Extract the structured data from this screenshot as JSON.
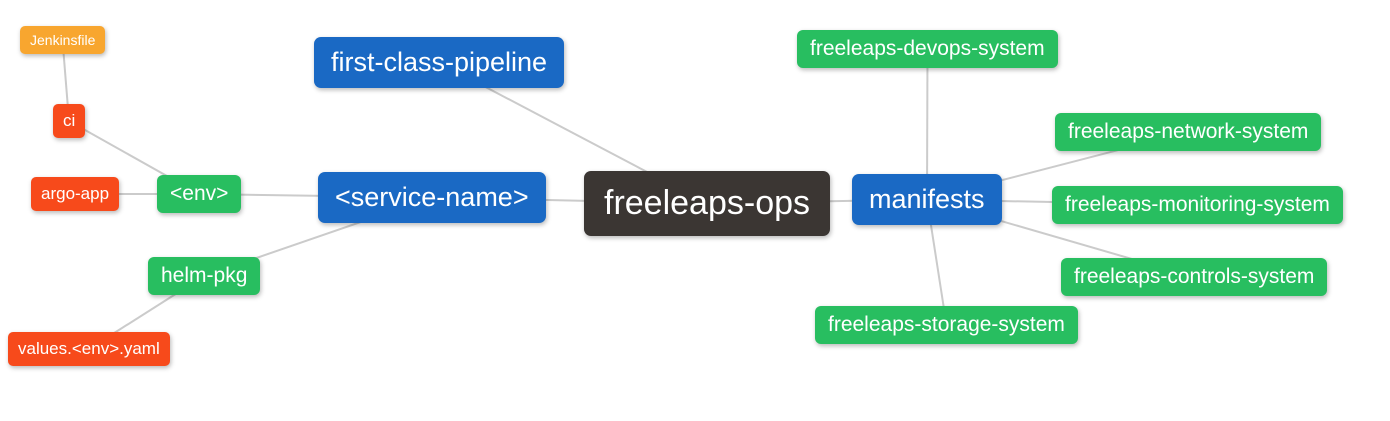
{
  "diagram": {
    "type": "mindmap",
    "root": "freeleaps-ops",
    "nodes": [
      {
        "id": "jenkinsfile",
        "label": "Jenkinsfile",
        "level": 4,
        "color": "#F8A62F"
      },
      {
        "id": "ci",
        "label": "ci",
        "level": 3,
        "color": "#F74A1B"
      },
      {
        "id": "argo-app",
        "label": "argo-app",
        "level": 3,
        "color": "#F74A1B"
      },
      {
        "id": "env",
        "label": "<env>",
        "level": 2,
        "color": "#28BE60"
      },
      {
        "id": "helm-pkg",
        "label": "helm-pkg",
        "level": 2,
        "color": "#28BE60"
      },
      {
        "id": "values-env-yaml",
        "label": "values.<env>.yaml",
        "level": 3,
        "color": "#F74A1B"
      },
      {
        "id": "first-class-pipeline",
        "label": "first-class-pipeline",
        "level": 1,
        "color": "#1A69C4"
      },
      {
        "id": "service-name",
        "label": "<service-name>",
        "level": 1,
        "color": "#1A69C4"
      },
      {
        "id": "freeleaps-ops",
        "label": "freeleaps-ops",
        "level": 0,
        "color": "#3B3633"
      },
      {
        "id": "manifests",
        "label": "manifests",
        "level": 1,
        "color": "#1A69C4"
      },
      {
        "id": "freeleaps-devops-system",
        "label": "freeleaps-devops-system",
        "level": 2,
        "color": "#28BE60"
      },
      {
        "id": "freeleaps-network-system",
        "label": "freeleaps-network-system",
        "level": 2,
        "color": "#28BE60"
      },
      {
        "id": "freeleaps-monitoring-system",
        "label": "freeleaps-monitoring-system",
        "level": 2,
        "color": "#28BE60"
      },
      {
        "id": "freeleaps-controls-system",
        "label": "freeleaps-controls-system",
        "level": 2,
        "color": "#28BE60"
      },
      {
        "id": "freeleaps-storage-system",
        "label": "freeleaps-storage-system",
        "level": 2,
        "color": "#28BE60"
      }
    ],
    "edges": [
      {
        "from": "freeleaps-ops",
        "to": "first-class-pipeline"
      },
      {
        "from": "freeleaps-ops",
        "to": "service-name"
      },
      {
        "from": "freeleaps-ops",
        "to": "manifests"
      },
      {
        "from": "service-name",
        "to": "env"
      },
      {
        "from": "service-name",
        "to": "helm-pkg"
      },
      {
        "from": "env",
        "to": "ci"
      },
      {
        "from": "env",
        "to": "argo-app"
      },
      {
        "from": "ci",
        "to": "jenkinsfile"
      },
      {
        "from": "helm-pkg",
        "to": "values-env-yaml"
      },
      {
        "from": "manifests",
        "to": "freeleaps-devops-system"
      },
      {
        "from": "manifests",
        "to": "freeleaps-network-system"
      },
      {
        "from": "manifests",
        "to": "freeleaps-monitoring-system"
      },
      {
        "from": "manifests",
        "to": "freeleaps-controls-system"
      },
      {
        "from": "manifests",
        "to": "freeleaps-storage-system"
      }
    ]
  },
  "colors": {
    "background": "#FFFFFF",
    "root_node": "#3B3633",
    "level1_node": "#1A69C4",
    "level2_node": "#28BE60",
    "level3_node": "#F74A1B",
    "level4_node": "#F8A62F",
    "node_text": "#FFFFFF",
    "edge_line": "#CBCBCB"
  }
}
